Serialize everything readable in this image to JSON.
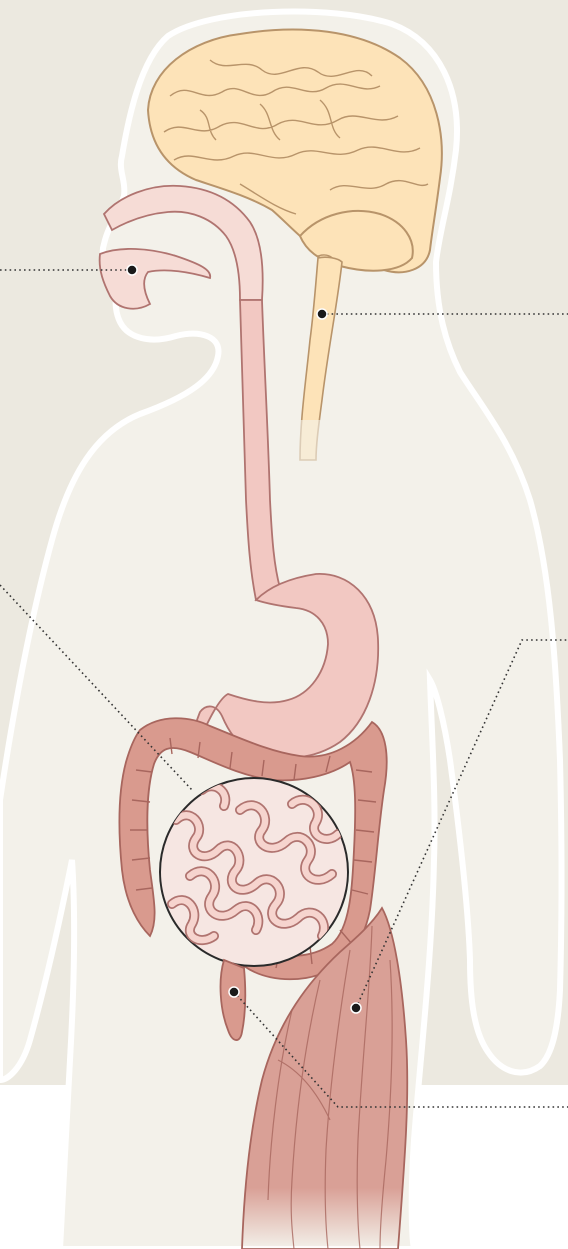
{
  "diagram": {
    "colors": {
      "background": "#ece9e0",
      "lower_background": "#ffffff",
      "body_silhouette": "#f3f1ea",
      "body_outline": "#ffffff",
      "brain_fill": "#fde3b8",
      "brain_stroke": "#b8946a",
      "gut_fill": "#f2c8c2",
      "gut_stroke": "#b07470",
      "colon_fill": "#d99a8e",
      "muscle_fill": "#d9a096",
      "leader_line": "#333333",
      "marker": "#1a1a1a"
    },
    "structures": [
      "brain",
      "spinal-cord",
      "mouth",
      "esophagus",
      "stomach",
      "large-intestine",
      "small-intestine",
      "appendix",
      "leg-muscle"
    ],
    "markers": [
      "mouth",
      "spinal-cord",
      "small-intestine",
      "appendix",
      "leg-muscle"
    ]
  }
}
